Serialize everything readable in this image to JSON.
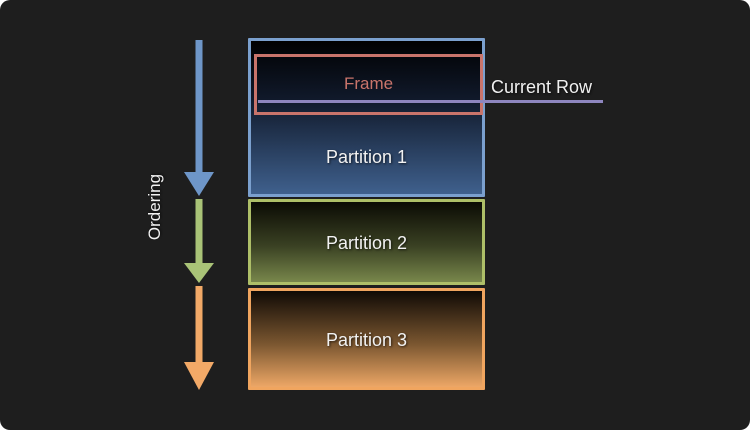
{
  "diagram": {
    "ordering_label": "Ordering",
    "frame": {
      "label": "Frame"
    },
    "current_row": {
      "label": "Current Row"
    },
    "partitions": [
      {
        "label": "Partition 1"
      },
      {
        "label": "Partition 2"
      },
      {
        "label": "Partition 3"
      }
    ]
  },
  "colors": {
    "canvas_bg": "#1e1e1e",
    "page_bg": "#ffffff",
    "partition1_border": "#7ba0ce",
    "partition1_gradient_top": "#010102",
    "partition1_gradient_bottom": "#3f608d",
    "partition2_border": "#aebf68",
    "partition2_gradient_top": "#0b0b04",
    "partition2_gradient_bottom": "#78874b",
    "partition3_border": "#f0a55f",
    "partition3_gradient_top": "#100a05",
    "partition3_gradient_bottom": "#eda766",
    "frame_border": "#c9746b",
    "frame_text": "#c9746b",
    "current_row_line": "#8e86bf",
    "arrow_blue": "#6e96c8",
    "arrow_green": "#a9c377",
    "arrow_orange": "#f2a967",
    "label_text": "#f2f2f2"
  }
}
